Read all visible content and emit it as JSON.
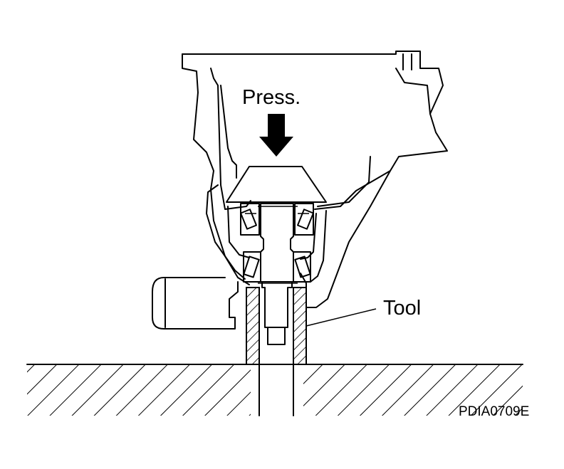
{
  "labels": {
    "press": "Press.",
    "tool": "Tool",
    "figure_code": "PDIA0709E"
  },
  "colors": {
    "ink": "#000000",
    "background": "#ffffff"
  },
  "icons": {
    "press_arrow": "arrow-down-icon"
  }
}
